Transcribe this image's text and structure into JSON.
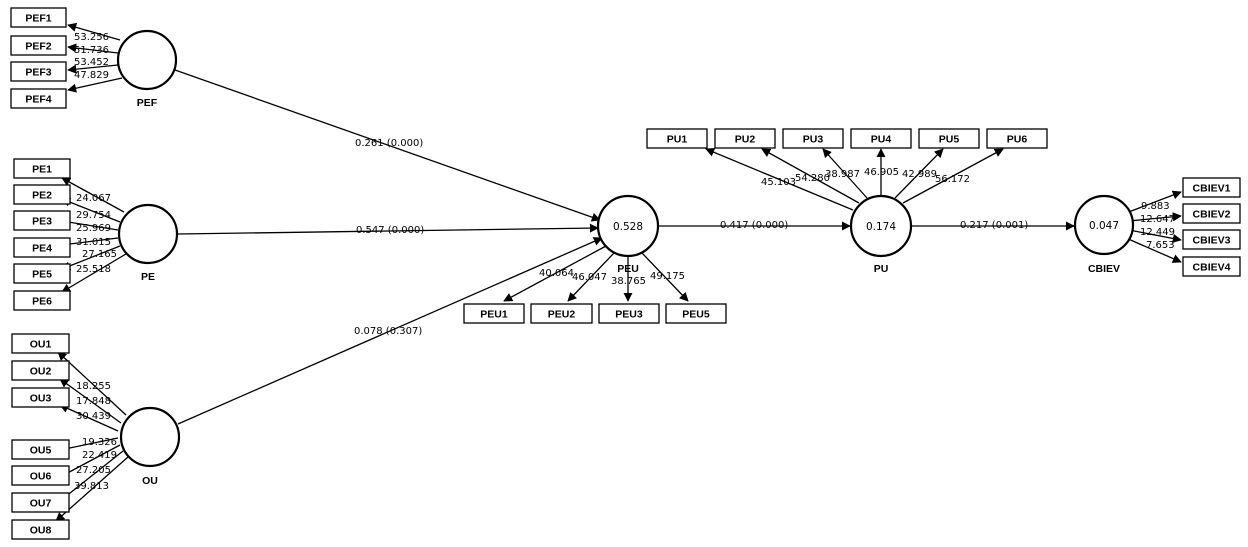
{
  "latent_variables": {
    "PEF": {
      "label": "PEF",
      "r2": ""
    },
    "PE": {
      "label": "PE",
      "r2": ""
    },
    "OU": {
      "label": "OU",
      "r2": ""
    },
    "PEU": {
      "label": "PEU",
      "r2": "0.528"
    },
    "PU": {
      "label": "PU",
      "r2": "0.174"
    },
    "CBIEV": {
      "label": "CBIEV",
      "r2": "0.047"
    }
  },
  "indicators": {
    "PEF": [
      {
        "label": "PEF1",
        "loading": "53.256"
      },
      {
        "label": "PEF2",
        "loading": "51.736"
      },
      {
        "label": "PEF3",
        "loading": "53.452"
      },
      {
        "label": "PEF4",
        "loading": "47.829"
      }
    ],
    "PE": [
      {
        "label": "PE1",
        "loading": "24.067"
      },
      {
        "label": "PE2",
        "loading": "29.754"
      },
      {
        "label": "PE3",
        "loading": "25.969"
      },
      {
        "label": "PE4",
        "loading": "31.015"
      },
      {
        "label": "PE5",
        "loading": "27.165"
      },
      {
        "label": "PE6",
        "loading": "25.518"
      }
    ],
    "OU": [
      {
        "label": "OU1",
        "loading": "18.255"
      },
      {
        "label": "OU2",
        "loading": "17.848"
      },
      {
        "label": "OU3",
        "loading": "30.439"
      },
      {
        "label": "OU5",
        "loading": "19.326"
      },
      {
        "label": "OU6",
        "loading": "22.419"
      },
      {
        "label": "OU7",
        "loading": "27.205"
      },
      {
        "label": "OU8",
        "loading": "39.813"
      }
    ],
    "PEU": [
      {
        "label": "PEU1",
        "loading": "40.064"
      },
      {
        "label": "PEU2",
        "loading": "46.047"
      },
      {
        "label": "PEU3",
        "loading": "38.765"
      },
      {
        "label": "PEU5",
        "loading": "49.175"
      }
    ],
    "PU": [
      {
        "label": "PU1",
        "loading": "45.103"
      },
      {
        "label": "PU2",
        "loading": "54.280"
      },
      {
        "label": "PU3",
        "loading": "38.987"
      },
      {
        "label": "PU4",
        "loading": "46.905"
      },
      {
        "label": "PU5",
        "loading": "42.989"
      },
      {
        "label": "PU6",
        "loading": "56.172"
      }
    ],
    "CBIEV": [
      {
        "label": "CBIEV1",
        "loading": "9.883"
      },
      {
        "label": "CBIEV2",
        "loading": "12.647"
      },
      {
        "label": "CBIEV3",
        "loading": "12.449"
      },
      {
        "label": "CBIEV4",
        "loading": "7.653"
      }
    ]
  },
  "paths": {
    "PEF_PEU": "0.261 (0.000)",
    "PE_PEU": "0.547 (0.000)",
    "OU_PEU": "0.078 (0.307)",
    "PEU_PU": "0.417 (0.000)",
    "PU_CBIEV": "0.217 (0.001)"
  }
}
